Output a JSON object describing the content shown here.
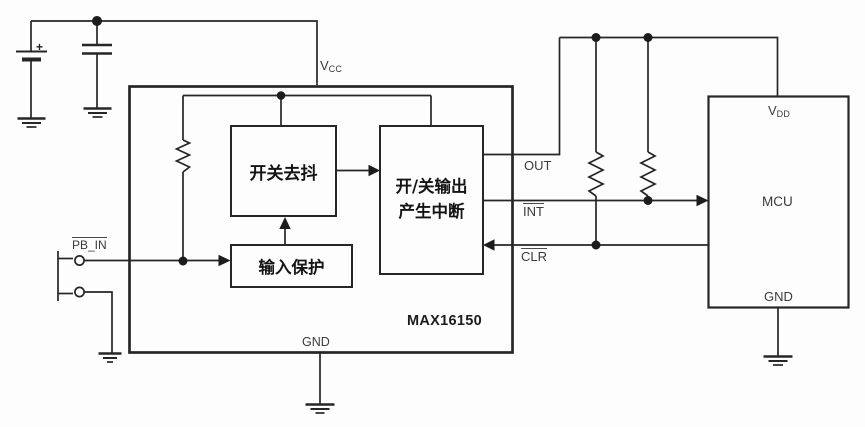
{
  "colors": {
    "line": "#262626",
    "background": "#fdfdfd",
    "pin_text": "#3a3a3a",
    "block_text": "#141414"
  },
  "chip": {
    "part_number": "MAX16150",
    "vcc_main": "V",
    "vcc_sub": "CC",
    "gnd": "GND",
    "blocks": {
      "debounce": "开关去抖",
      "output_line1": "开/关输出",
      "output_line2": "产生中断",
      "input_protect": "输入保护"
    },
    "pins": {
      "pb_in": "PB_IN",
      "out": "OUT",
      "int": "INT",
      "clr": "CLR"
    }
  },
  "mcu": {
    "name": "MCU",
    "vdd_main": "V",
    "vdd_sub": "DD",
    "gnd": "GND"
  },
  "battery": {
    "plus": "+"
  }
}
